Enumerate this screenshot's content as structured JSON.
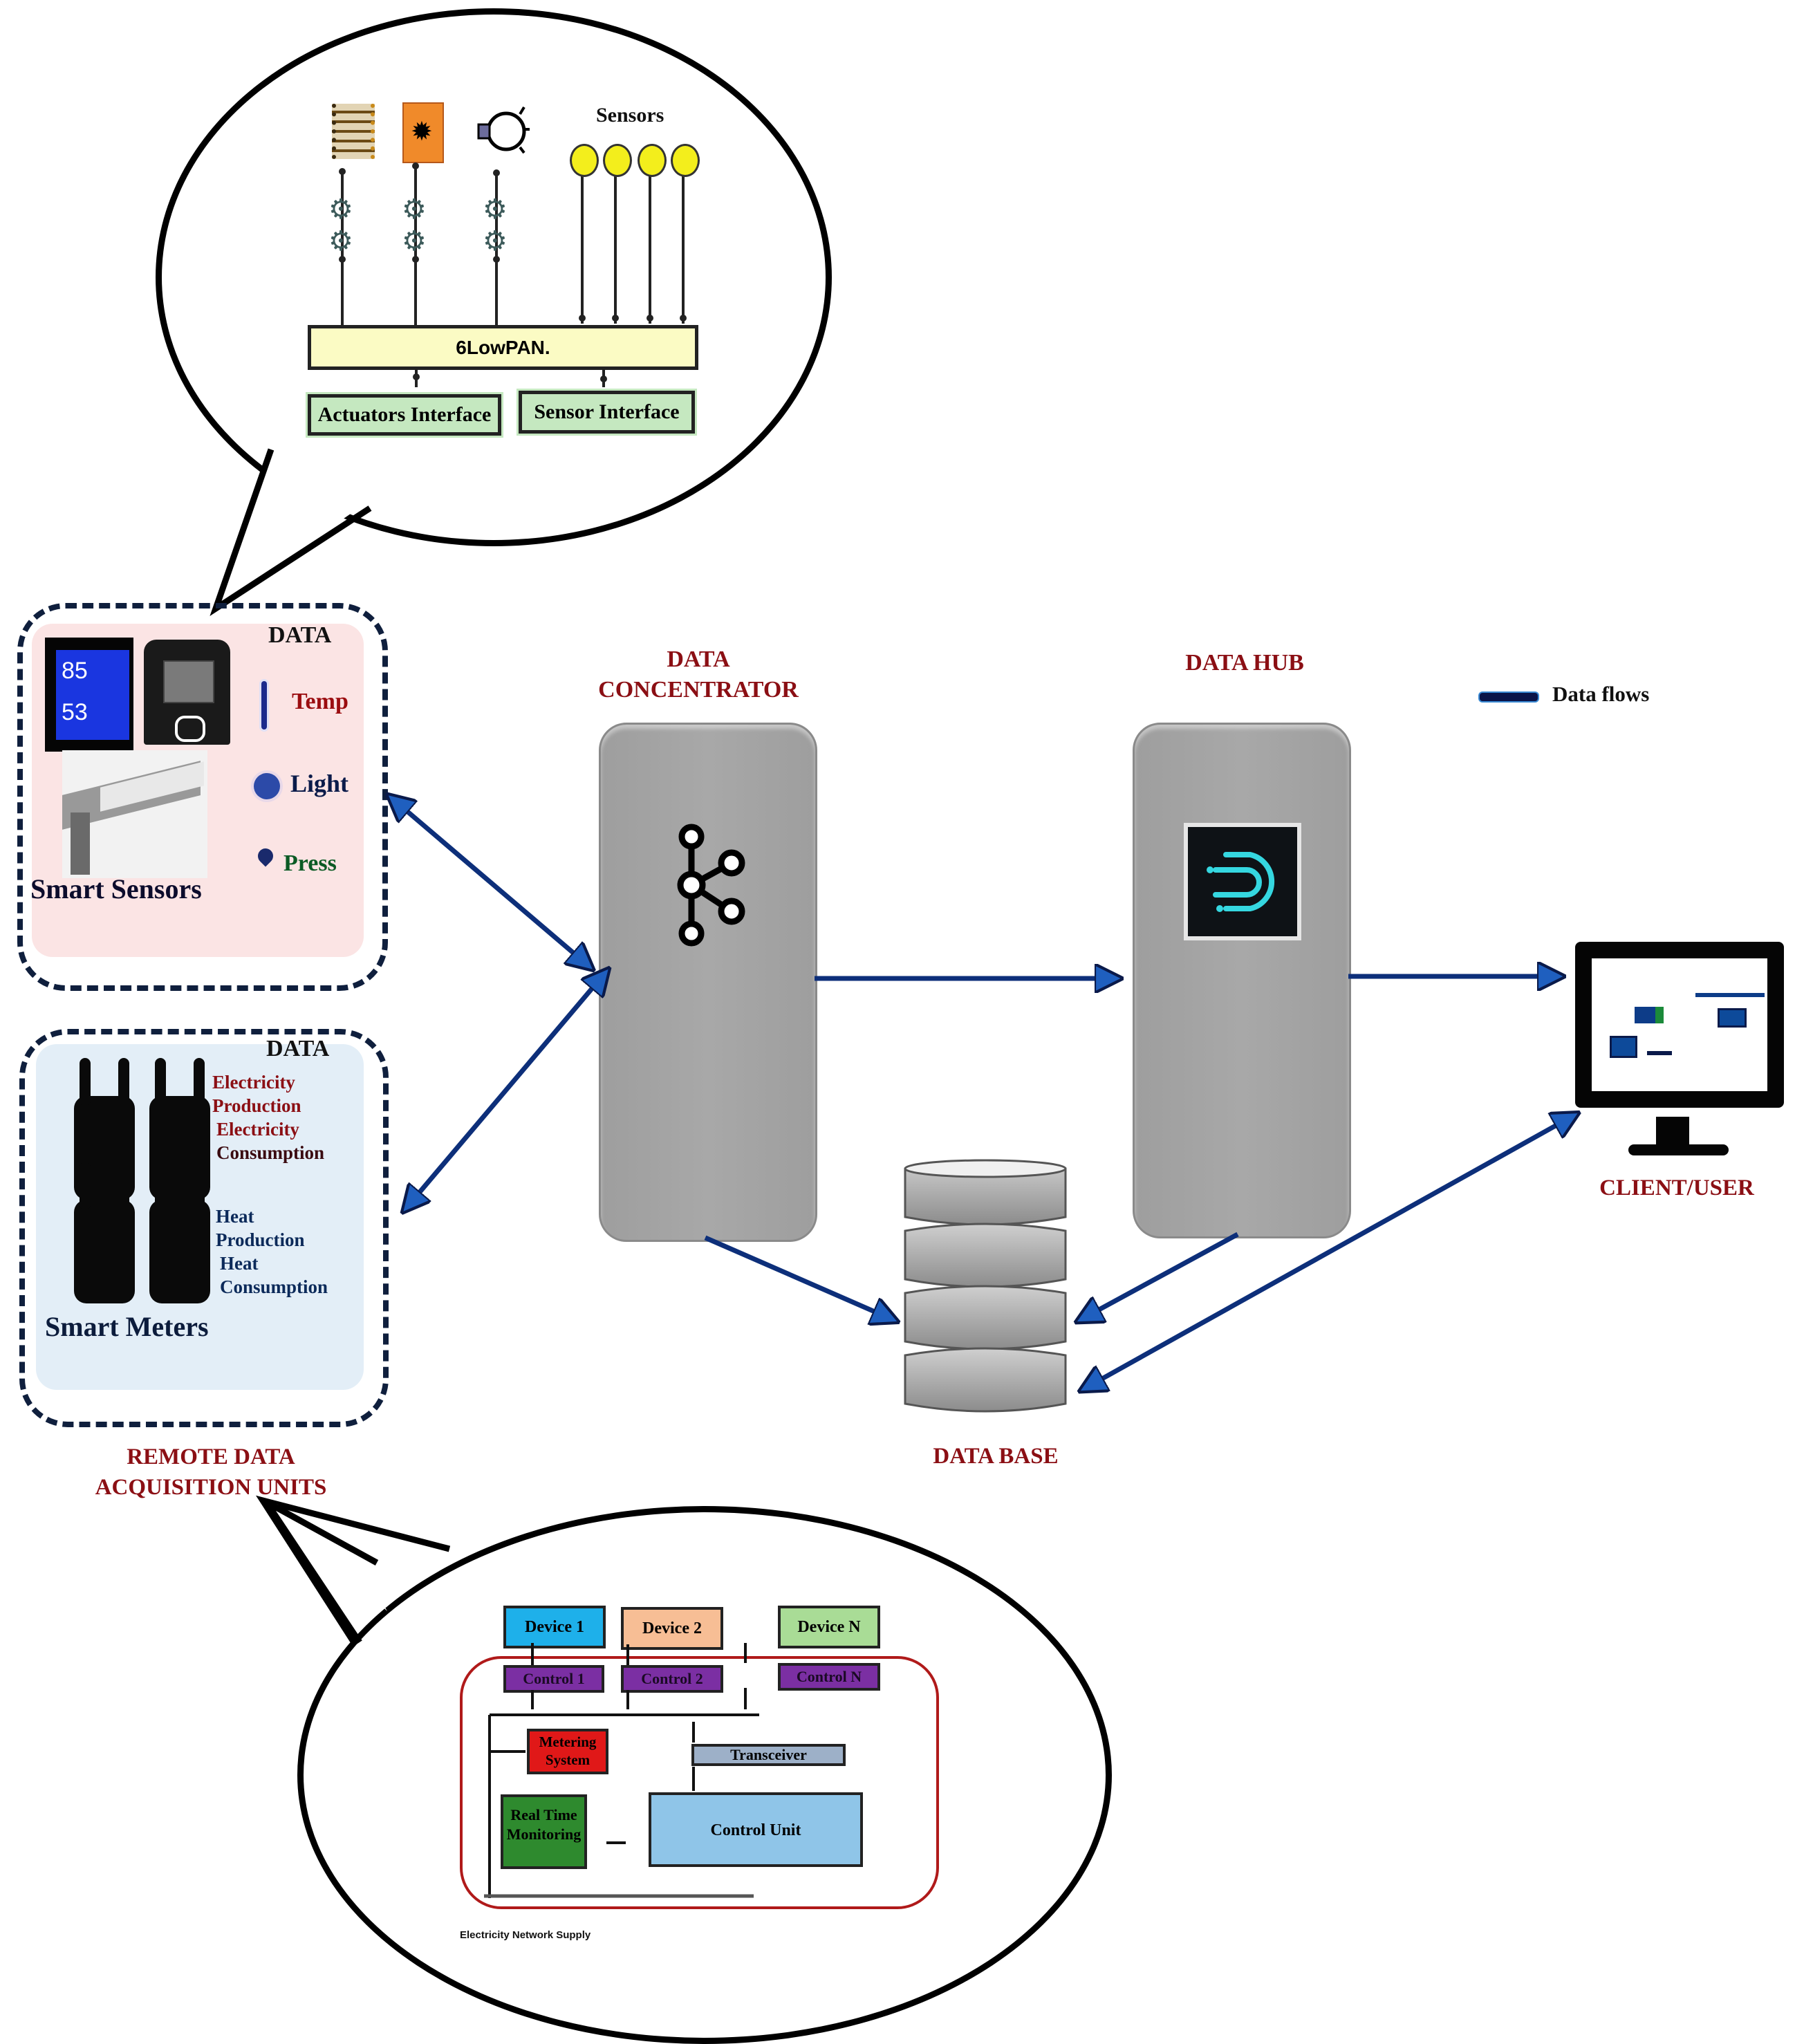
{
  "top_bubble": {
    "sensors_label": "Sensors",
    "bus_label": "6LowPAN.",
    "actuators_interface": "Actuators Interface",
    "sensor_interface": "Sensor Interface",
    "actuators": [
      "heater-coil",
      "fire-alarm",
      "light-bulb"
    ],
    "sensor_count": 4
  },
  "smart_sensors": {
    "data_heading": "DATA",
    "title": "Smart Sensors",
    "items": [
      {
        "icon": "thermometer-icon",
        "label": "Temp",
        "color": "#9b0d10"
      },
      {
        "icon": "light-dot-icon",
        "label": "Light",
        "color": "#0b1b4a"
      },
      {
        "icon": "pressure-pin-icon",
        "label": "Press",
        "color": "#0b5a24"
      }
    ],
    "display_readings": [
      "85",
      "53"
    ]
  },
  "smart_meters": {
    "data_heading": "DATA",
    "title": "Smart Meters",
    "electricity_lines": [
      "Electricity",
      "Production",
      "Electricity",
      "Consumption"
    ],
    "heat_lines": [
      "Heat",
      "Production",
      "Heat",
      "Consumption"
    ]
  },
  "rdau_label": [
    "REMOTE DATA",
    "ACQUISITION UNITS"
  ],
  "concentrator_label": [
    "DATA",
    "CONCENTRATOR"
  ],
  "hub_label": "DATA HUB",
  "database_label": "DATA BASE",
  "client_label": "CLIENT/USER",
  "legend": {
    "label": "Data flows",
    "color": "#0a1a4a"
  },
  "bottom_bubble": {
    "devices": [
      {
        "label": "Device 1",
        "color": "#1eb0ea"
      },
      {
        "label": "Device 2",
        "color": "#f7be95"
      },
      {
        "label": "Device N",
        "color": "#a9dc96"
      }
    ],
    "controls": [
      "Control 1",
      "Control 2",
      "Control N"
    ],
    "metering": "Metering System",
    "transceiver": "Transceiver",
    "realtime": [
      "Real Time",
      "Monitoring"
    ],
    "control_unit": "Control Unit",
    "supply_label": "Electricity Network Supply"
  },
  "colors": {
    "label_red": "#8b0f14",
    "arrow_blue": "#0d2f7a",
    "sensors_bg": "#fbe4e4",
    "meters_bg": "#e3eef7"
  }
}
